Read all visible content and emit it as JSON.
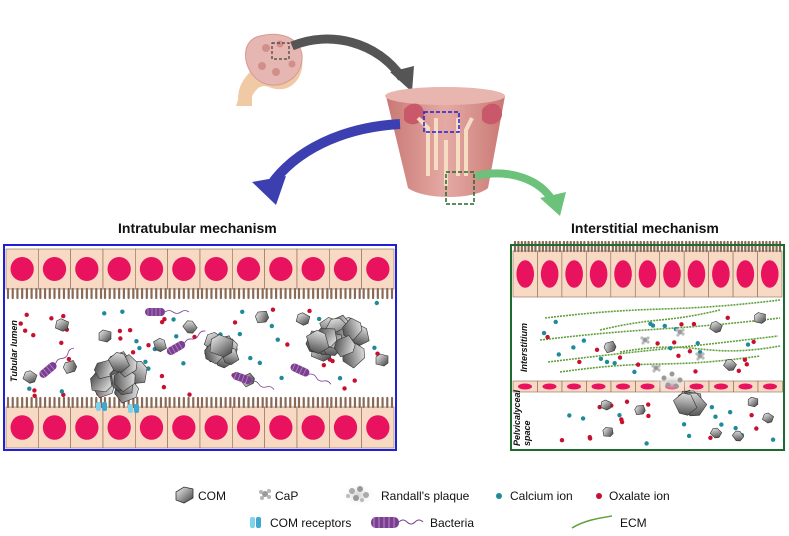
{
  "titles": {
    "intratubular": "Intratubular mechanism",
    "interstitial": "Interstitial mechanism"
  },
  "panel_labels": {
    "tubular_lumen": "Tubular lumen",
    "interstitium": "Interstitium",
    "pelvicalyceal_space": "Pelvicalyceal space"
  },
  "legend": {
    "com": "COM",
    "cap": "CaP",
    "randalls_plaque": "Randall's plaque",
    "calcium_ion": "Calcium ion",
    "oxalate_ion": "Oxalate ion",
    "com_receptors": "COM receptors",
    "bacteria": "Bacteria",
    "ecm": "ECM"
  },
  "colors": {
    "intratubular_frame": "#1f1fd6",
    "interstitial_frame": "#1e6b2e",
    "cell_fill": "#f8d9c4",
    "nucleus": "#e8125e",
    "calcium_ion": "#1f8a99",
    "oxalate_ion": "#c8102e",
    "bacteria": "#7b3f91",
    "ecm": "#5f9f3a",
    "kidney": "#d98f8a",
    "arrow_gray": "#555555",
    "arrow_blue": "#3b3fb0",
    "arrow_green": "#6cc27a"
  }
}
